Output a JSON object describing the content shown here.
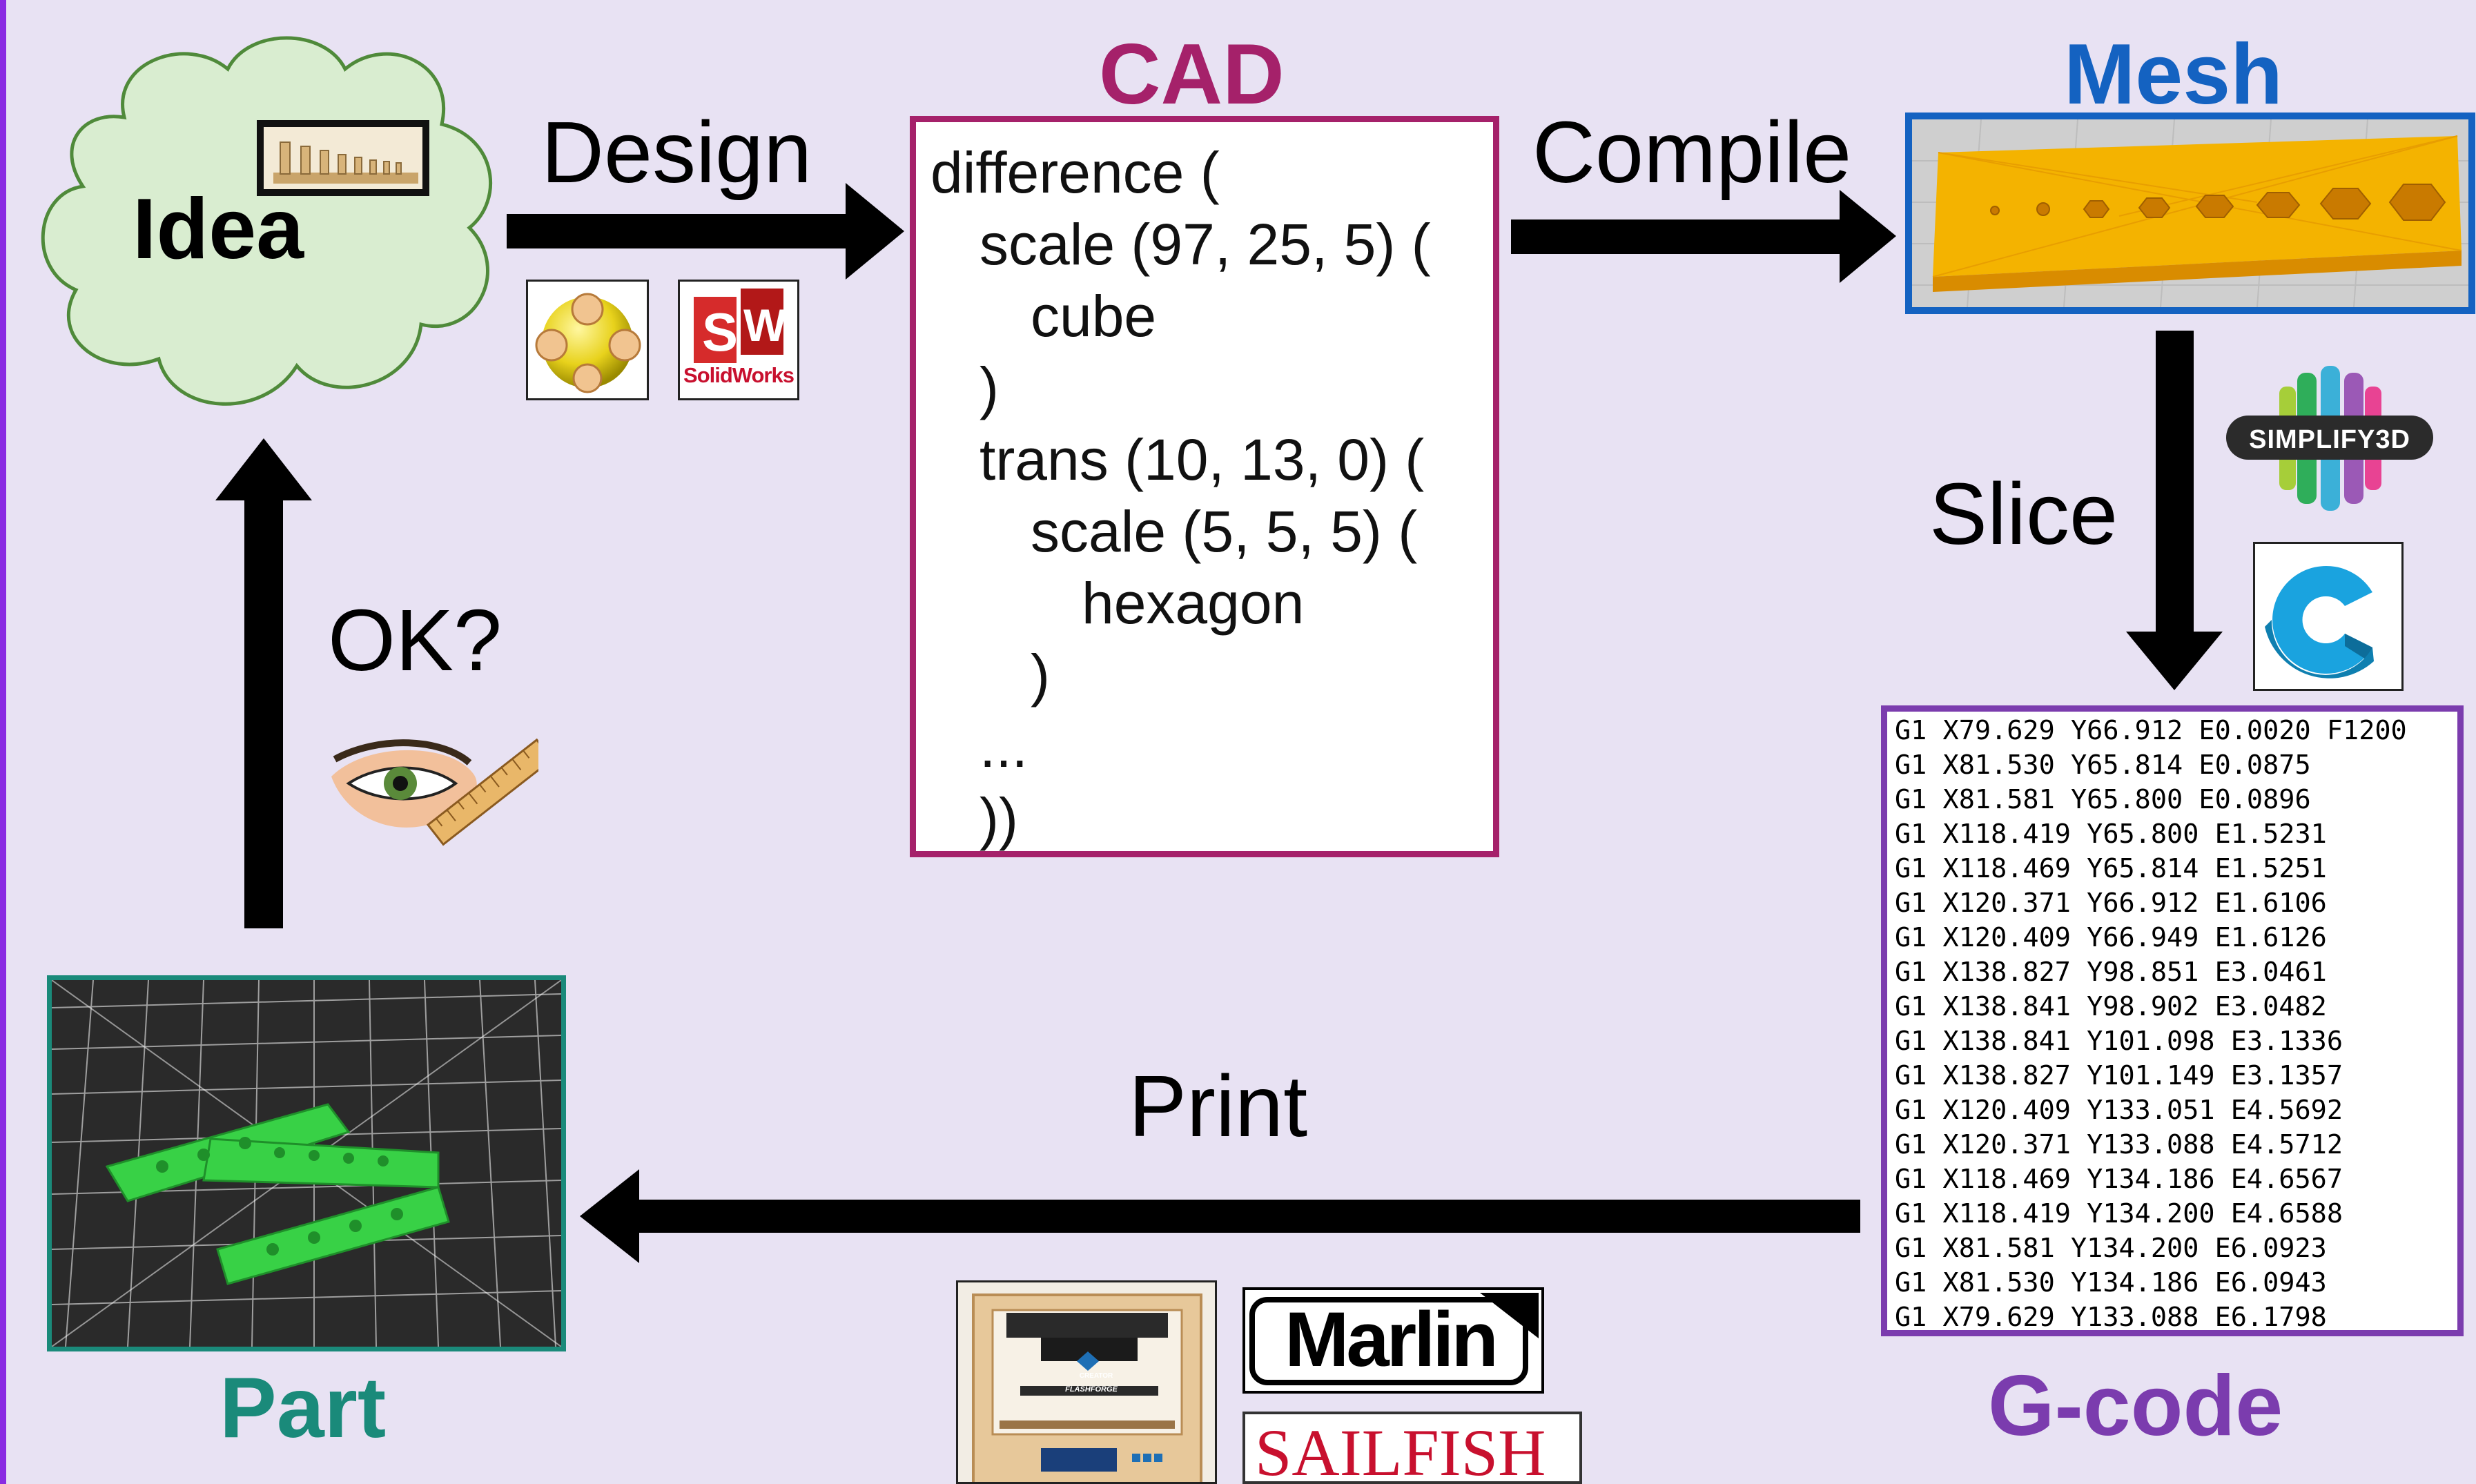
{
  "stages": {
    "idea": "Idea",
    "cad": "CAD",
    "mesh": "Mesh",
    "gcode": "G-code",
    "part": "Part"
  },
  "edges": {
    "design": "Design",
    "compile": "Compile",
    "slice": "Slice",
    "print": "Print",
    "ok": "OK?"
  },
  "cad_code": [
    "difference (",
    "scale (97, 25, 5) (",
    "cube",
    ")",
    "trans (10, 13, 0) (",
    "scale (5, 5, 5) (",
    "hexagon",
    ")",
    "...",
    "))"
  ],
  "gcode_lines": [
    "G1 X79.629 Y66.912 E0.0020 F1200",
    "G1 X81.530 Y65.814 E0.0875",
    "G1 X81.581 Y65.800 E0.0896",
    "G1 X118.419 Y65.800 E1.5231",
    "G1 X118.469 Y65.814 E1.5251",
    "G1 X120.371 Y66.912 E1.6106",
    "G1 X120.409 Y66.949 E1.6126",
    "G1 X138.827 Y98.851 E3.0461",
    "G1 X138.841 Y98.902 E3.0482",
    "G1 X138.841 Y101.098 E3.1336",
    "G1 X138.827 Y101.149 E3.1357",
    "G1 X120.409 Y133.051 E4.5692",
    "G1 X120.371 Y133.088 E4.5712",
    "G1 X118.469 Y134.186 E4.6567",
    "G1 X118.419 Y134.200 E4.6588",
    "G1 X81.581 Y134.200 E6.0923",
    "G1 X81.530 Y134.186 E6.0943",
    "G1 X79.629 Y133.088 E6.1798"
  ],
  "logos": {
    "solidworks_logo": "SolidWorks",
    "simplify3d_logo": "SIMPLIFY3D",
    "marlin_logo": "Marlin",
    "sailfish_logo": "SAILFISH",
    "printer_brand": "CREATOR",
    "printer_model": "FLASHFORGE"
  },
  "colors": {
    "background": "#e8e2f3",
    "cad": "#a5216a",
    "mesh": "#1462c1",
    "gcode": "#7b3cae",
    "part": "#1a8a7a",
    "idea_cloud": "#d9edd0",
    "cloud_outline": "#4f8a3a"
  },
  "icons": [
    "idea-thumbnail-icon",
    "openscad-logo-icon",
    "solidworks-logo-icon",
    "simplify3d-logo-icon",
    "cura-logo-icon",
    "eye-ruler-icon",
    "printer-photo-icon",
    "marlin-logo-icon",
    "sailfish-logo-icon"
  ]
}
